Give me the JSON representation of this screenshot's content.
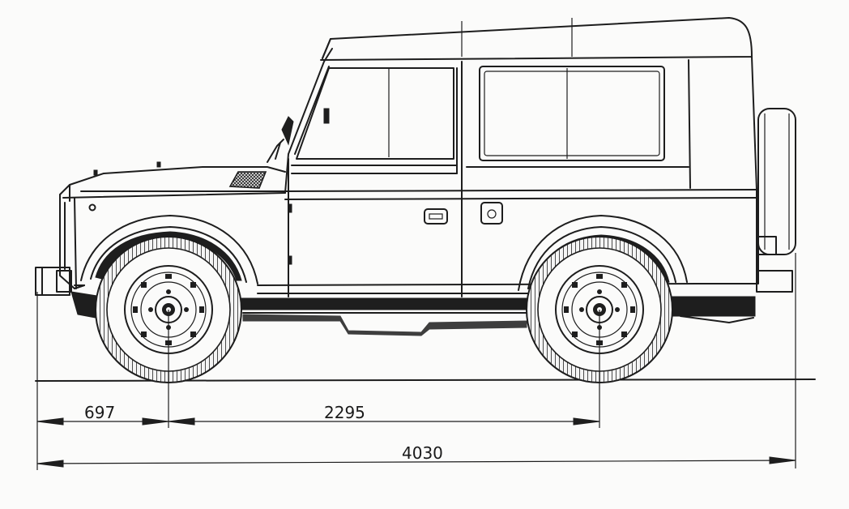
{
  "dimensions": {
    "front_overhang": "697",
    "wheelbase": "2295",
    "overall_length": "4030"
  }
}
